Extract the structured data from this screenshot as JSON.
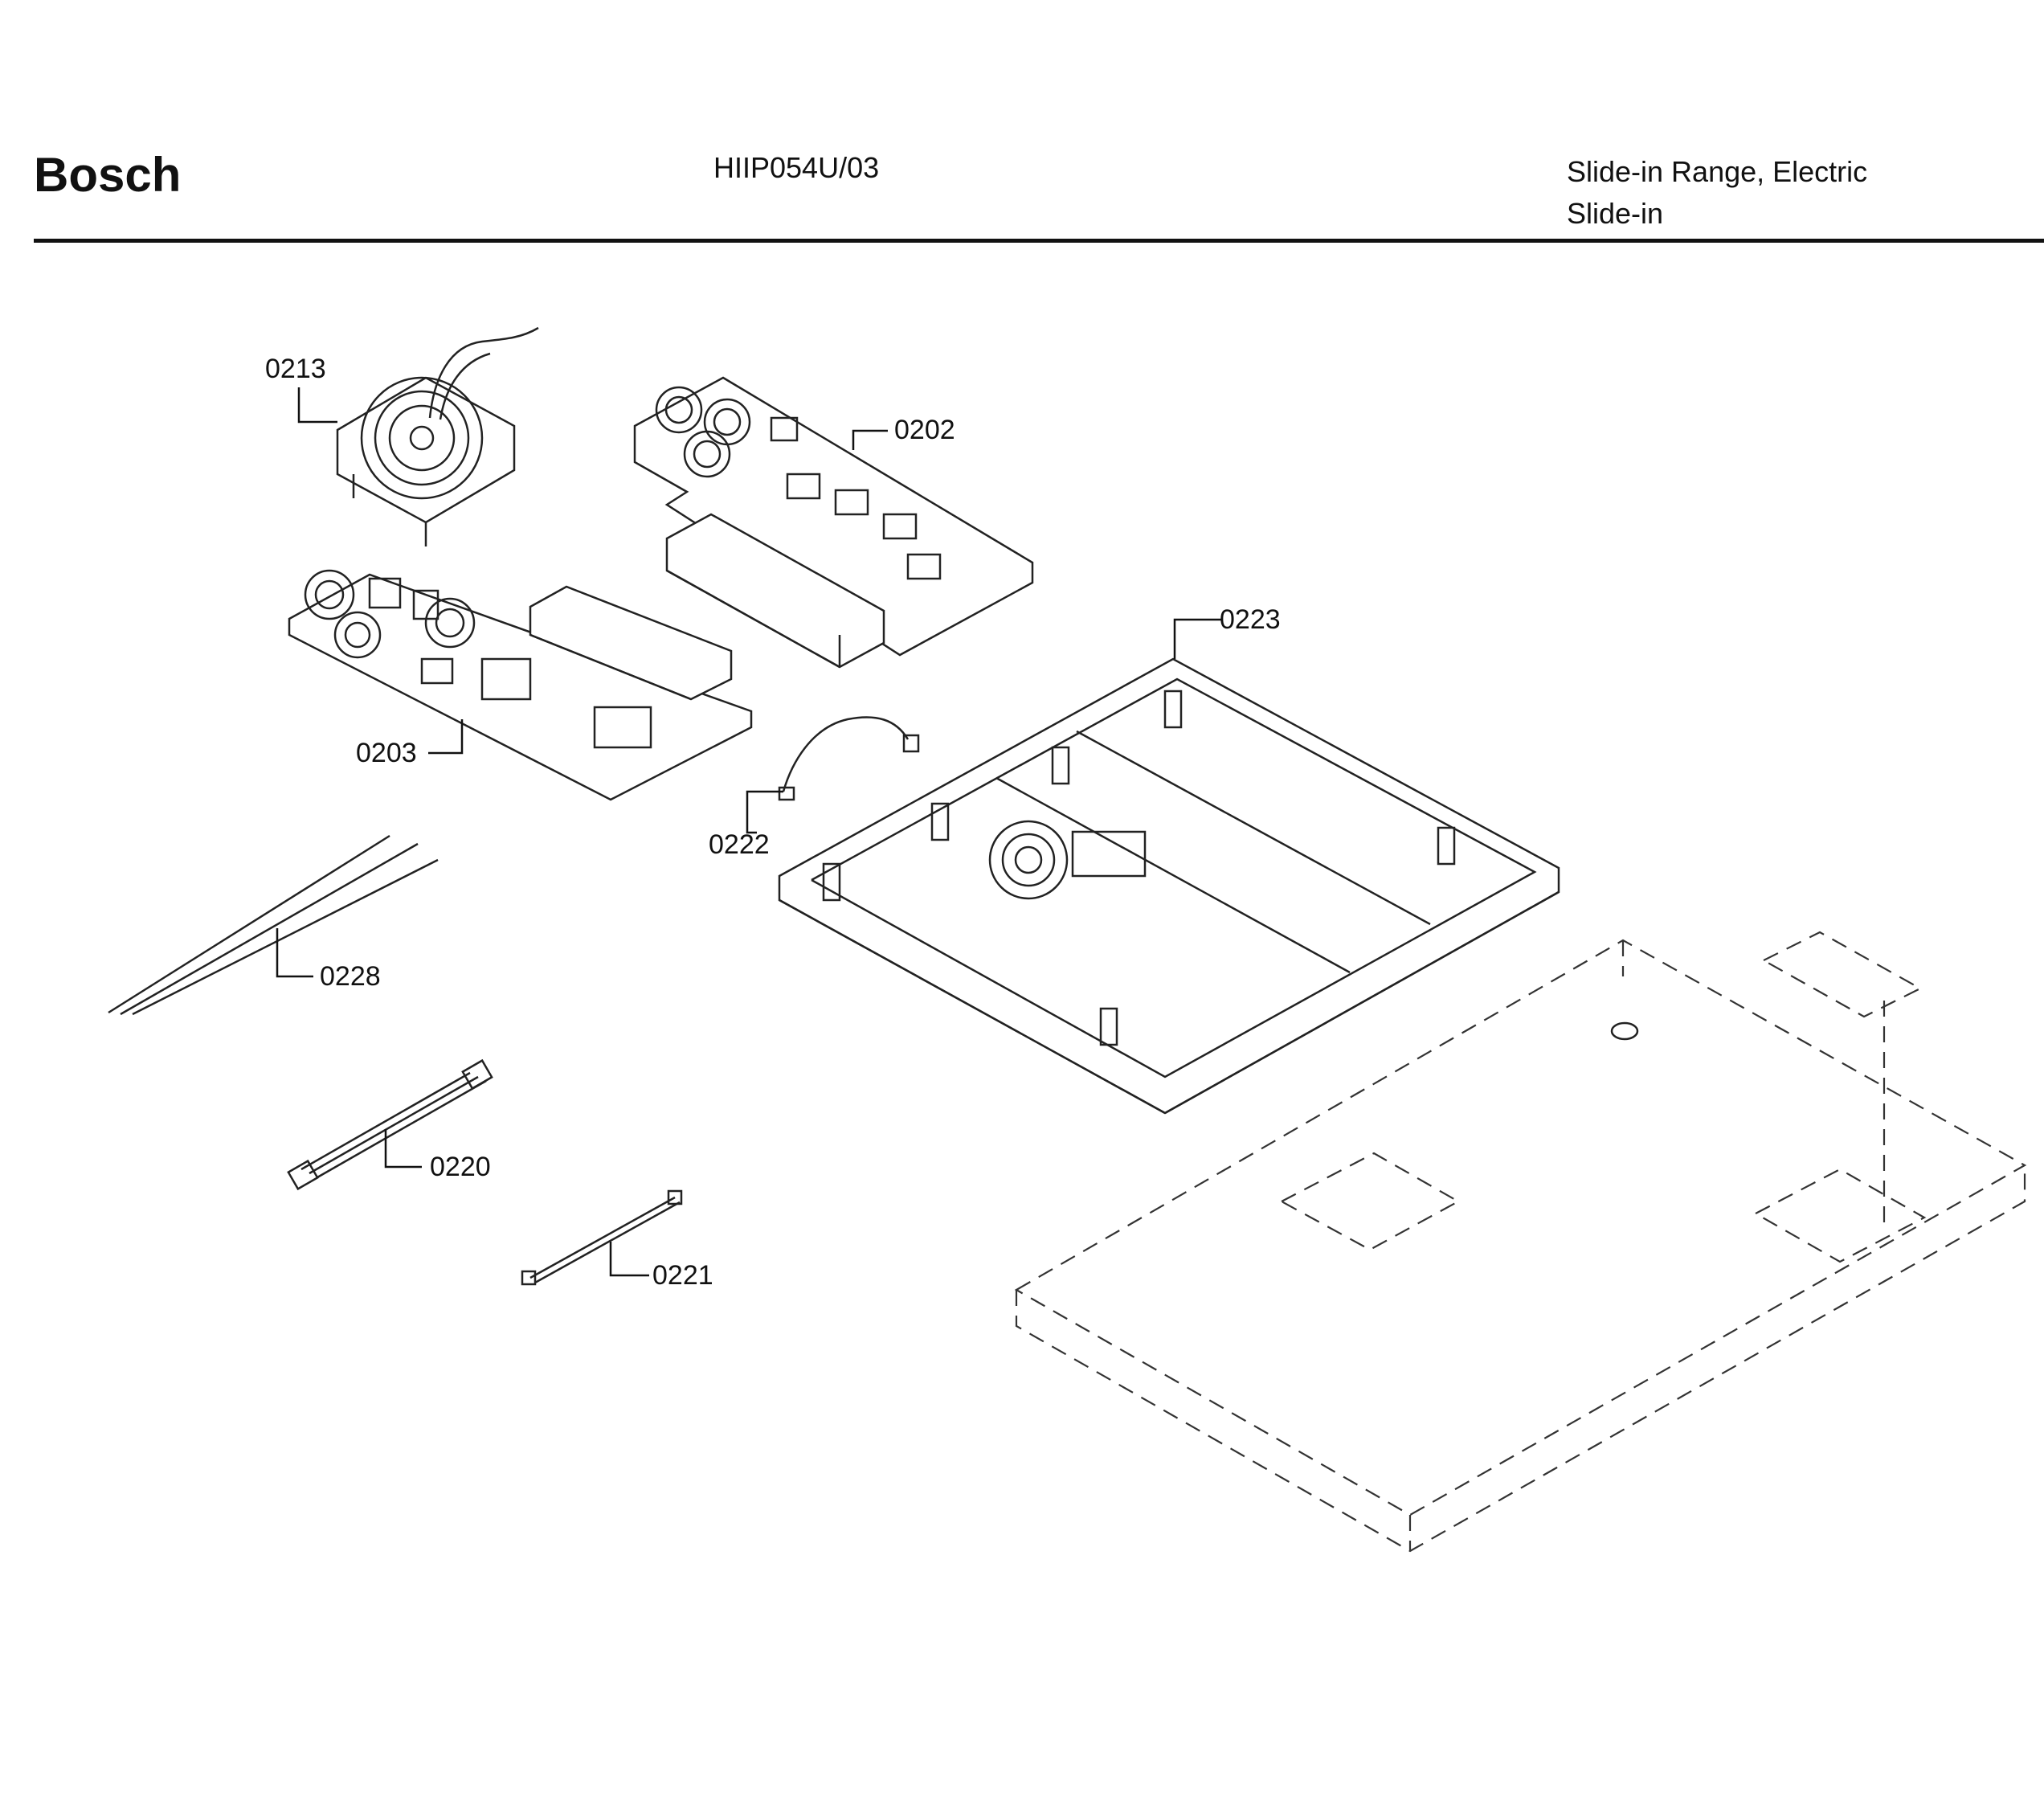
{
  "header": {
    "brand": "Bosch",
    "model": "HIIP054U/03",
    "category_line1": "Slide-in Range, Electric",
    "category_line2": "Slide-in"
  },
  "callouts": [
    {
      "id": "0213",
      "label": "0213",
      "part": "fan-assembly"
    },
    {
      "id": "0202",
      "label": "0202",
      "part": "power-module-board-upper"
    },
    {
      "id": "0203",
      "label": "0203",
      "part": "power-module-board-lower"
    },
    {
      "id": "0223",
      "label": "0223",
      "part": "module-housing-tray"
    },
    {
      "id": "0222",
      "label": "0222",
      "part": "short-wire-harness"
    },
    {
      "id": "0228",
      "label": "0228",
      "part": "wire-leads"
    },
    {
      "id": "0220",
      "label": "0220",
      "part": "ribbon-harness"
    },
    {
      "id": "0221",
      "label": "0221",
      "part": "connector-cable"
    }
  ]
}
